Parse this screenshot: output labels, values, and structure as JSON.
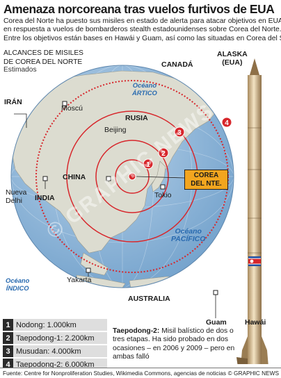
{
  "title": "Amenaza norcoreana tras vuelos furtivos de EUA",
  "lead": [
    "Corea del Norte ha puesto sus misiles en estado de alerta para atacar objetivos en EUA",
    "en respuesta a vuelos de bombarderos stealth estadounidenses sobre Corea del Norte.",
    "Entre los objetivos están bases en Hawái y Guam, así como las situadas en Corea del Sur"
  ],
  "range_heading": [
    "ALCANCES DE MISILES",
    "DE COREA DEL NORTE"
  ],
  "range_sub": "Estimados",
  "places": {
    "canada": "CANADÁ",
    "alaska": [
      "ALASKA",
      "(EUA)"
    ],
    "iran": "IRÁN",
    "moscow": "Moscú",
    "russia": "RUSIA",
    "beijing": "Beijing",
    "china": "CHINA",
    "india": "INDIA",
    "delhi": [
      "Nueva",
      "Delhi"
    ],
    "tokyo": "Tokio",
    "jakarta": "Yakarta",
    "australia": "AUSTRALIA",
    "guam": "Guam",
    "hawaii": "Hawái",
    "nk": [
      "COREA",
      "DEL NTE."
    ]
  },
  "oceans": {
    "arctic": [
      "Océano",
      "ÁRTICO"
    ],
    "pacific": [
      "Océano",
      "PACÍFICO"
    ],
    "indian": [
      "Océano",
      "ÍNDICO"
    ]
  },
  "ring_numbers": [
    "1",
    "2",
    "3",
    "4"
  ],
  "legend": [
    {
      "num": "1",
      "text": "Nodong: 1.000km"
    },
    {
      "num": "2",
      "text": "Taepodong-1: 2.200km"
    },
    {
      "num": "3",
      "text": "Musudan: 4.000km"
    },
    {
      "num": "4",
      "text": "Taepodong-2: 6.000km"
    }
  ],
  "taepodong_note": {
    "name": "Taepodong-2:",
    "text": "Misil balístico de dos o tres etapas. Ha sido probado en dos ocasiones – en 2006 y 2009 – pero en ambas falló"
  },
  "watermark": "© GRAPHIC NEWS",
  "footer": {
    "source": "Fuente: Centre for Nonproliferation Studies, Wikimedia Commons, agencias de noticias",
    "credit": "© GRAPHIC NEWS"
  },
  "colors": {
    "ocean": "#8fb8dc",
    "land": "#dcdcd0",
    "ring": "#d7262b",
    "tag": "#f2a51f",
    "ocean_text": "#2a6bb0"
  }
}
